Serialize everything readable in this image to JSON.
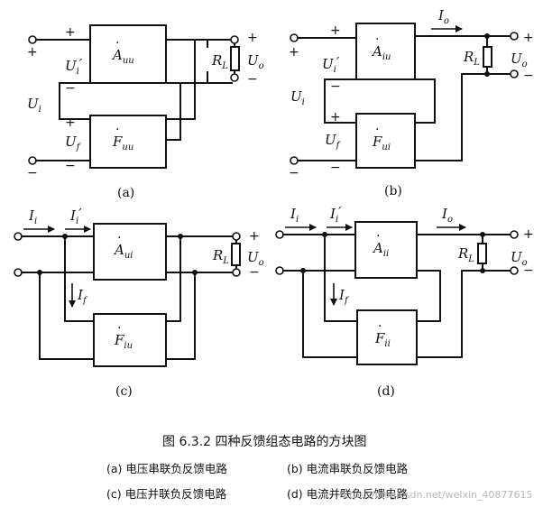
{
  "panels": {
    "a": {
      "tag": "(a)",
      "amp": {
        "sym": "A",
        "sub": "uu"
      },
      "fb": {
        "sym": "F",
        "sub": "uu"
      },
      "in_signal": {
        "sym": "U",
        "sub": "i"
      },
      "amp_in": {
        "sym": "U",
        "sub": "i",
        "prime": "′"
      },
      "fb_out": {
        "sym": "U",
        "sub": "f"
      },
      "load": {
        "sym": "R",
        "sub": "L"
      },
      "out": {
        "sym": "U",
        "sub": "o"
      },
      "signs": {
        "plus": "+",
        "minus": "−"
      }
    },
    "b": {
      "tag": "(b)",
      "amp": {
        "sym": "A",
        "sub": "iu"
      },
      "fb": {
        "sym": "F",
        "sub": "ui"
      },
      "in_signal": {
        "sym": "U",
        "sub": "i"
      },
      "amp_in": {
        "sym": "U",
        "sub": "i",
        "prime": "′"
      },
      "fb_out": {
        "sym": "U",
        "sub": "f"
      },
      "load": {
        "sym": "R",
        "sub": "L"
      },
      "out": {
        "sym": "U",
        "sub": "o"
      },
      "out_current": {
        "sym": "I",
        "sub": "o"
      },
      "signs": {
        "plus": "+",
        "minus": "−"
      }
    },
    "c": {
      "tag": "(c)",
      "amp": {
        "sym": "A",
        "sub": "ui"
      },
      "fb": {
        "sym": "F",
        "sub": "iu"
      },
      "in_current": {
        "sym": "I",
        "sub": "i"
      },
      "amp_in_current": {
        "sym": "I",
        "sub": "i",
        "prime": "′"
      },
      "fb_current": {
        "sym": "I",
        "sub": "f"
      },
      "load": {
        "sym": "R",
        "sub": "L"
      },
      "out": {
        "sym": "U",
        "sub": "o"
      },
      "signs": {
        "plus": "+",
        "minus": "−"
      }
    },
    "d": {
      "tag": "(d)",
      "amp": {
        "sym": "A",
        "sub": "ii"
      },
      "fb": {
        "sym": "F",
        "sub": "ii"
      },
      "in_current": {
        "sym": "I",
        "sub": "i"
      },
      "amp_in_current": {
        "sym": "I",
        "sub": "i",
        "prime": "′"
      },
      "fb_current": {
        "sym": "I",
        "sub": "f"
      },
      "out_current": {
        "sym": "I",
        "sub": "o"
      },
      "load": {
        "sym": "R",
        "sub": "L"
      },
      "out": {
        "sym": "U",
        "sub": "o"
      },
      "signs": {
        "plus": "+",
        "minus": "−"
      }
    }
  },
  "caption": {
    "title": "图 6.3.2   四种反馈组态电路的方块图",
    "line1_left": "(a)  电压串联负反馈电路",
    "line1_right": "(b)  电流串联负反馈电路",
    "line2_left": "(c)  电压并联负反馈电路",
    "line2_right": "(d)  电流并联负反馈电路"
  },
  "watermark": "https://blog.csdn.net/weixin_40877615"
}
